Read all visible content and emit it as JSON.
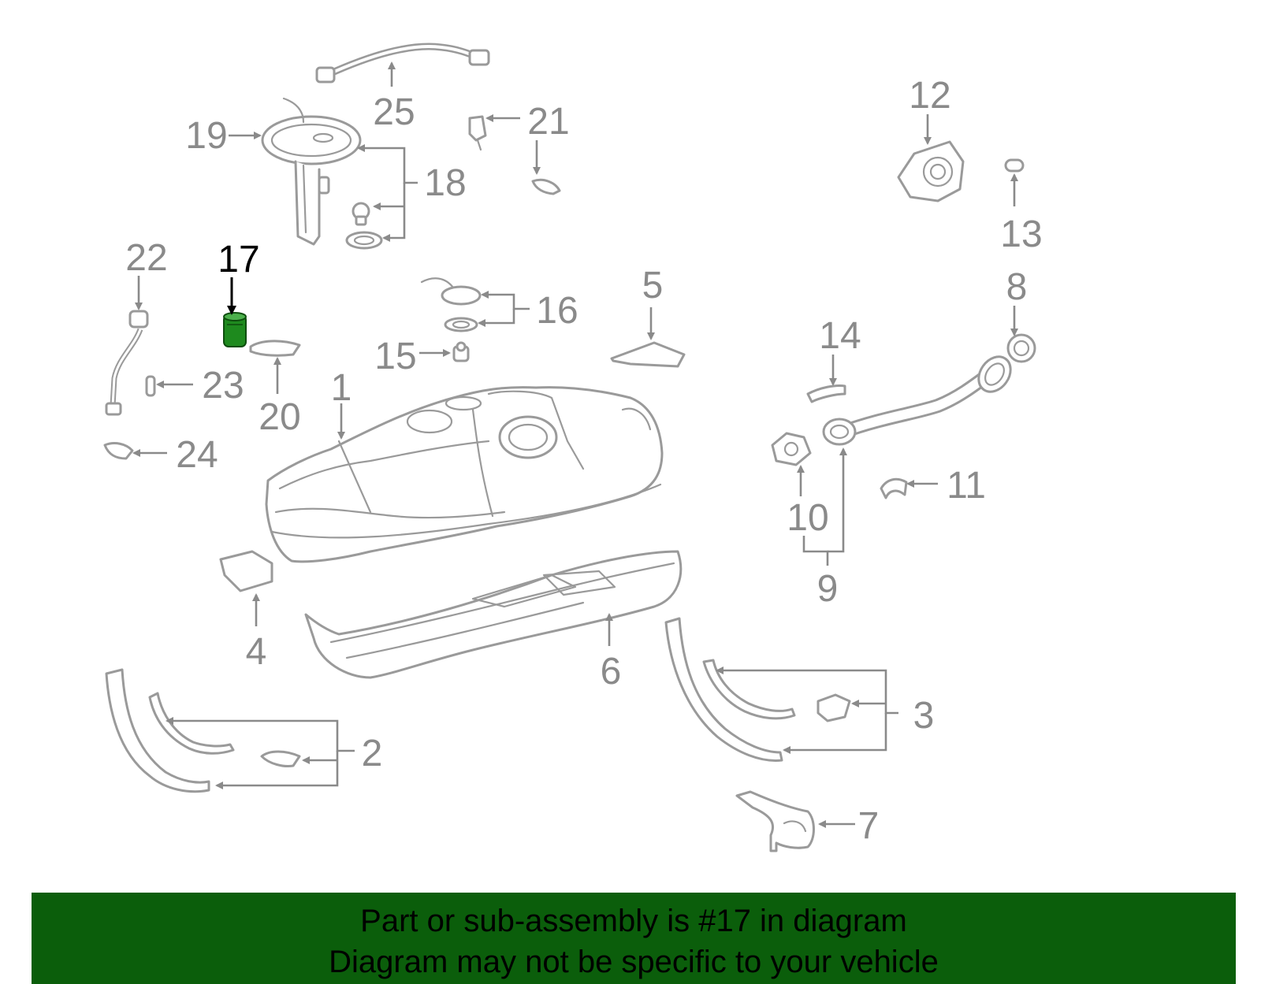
{
  "diagram": {
    "highlighted_part": "17",
    "labels": {
      "l1": "1",
      "l2": "2",
      "l3": "3",
      "l4": "4",
      "l5": "5",
      "l6": "6",
      "l7": "7",
      "l8": "8",
      "l9": "9",
      "l10": "10",
      "l11": "11",
      "l12": "12",
      "l13": "13",
      "l14": "14",
      "l15": "15",
      "l16": "16",
      "l17": "17",
      "l18": "18",
      "l19": "19",
      "l20": "20",
      "l21": "21",
      "l22": "22",
      "l23": "23",
      "l24": "24",
      "l25": "25"
    },
    "colors": {
      "line": "#9a9a9a",
      "highlight_part": "#1e8a1e",
      "highlight_label": "#000000"
    }
  },
  "banner": {
    "line1": "Part or sub-assembly is #17 in diagram",
    "line2": "Diagram may not be specific to your vehicle",
    "background": "#0b5e0b"
  }
}
